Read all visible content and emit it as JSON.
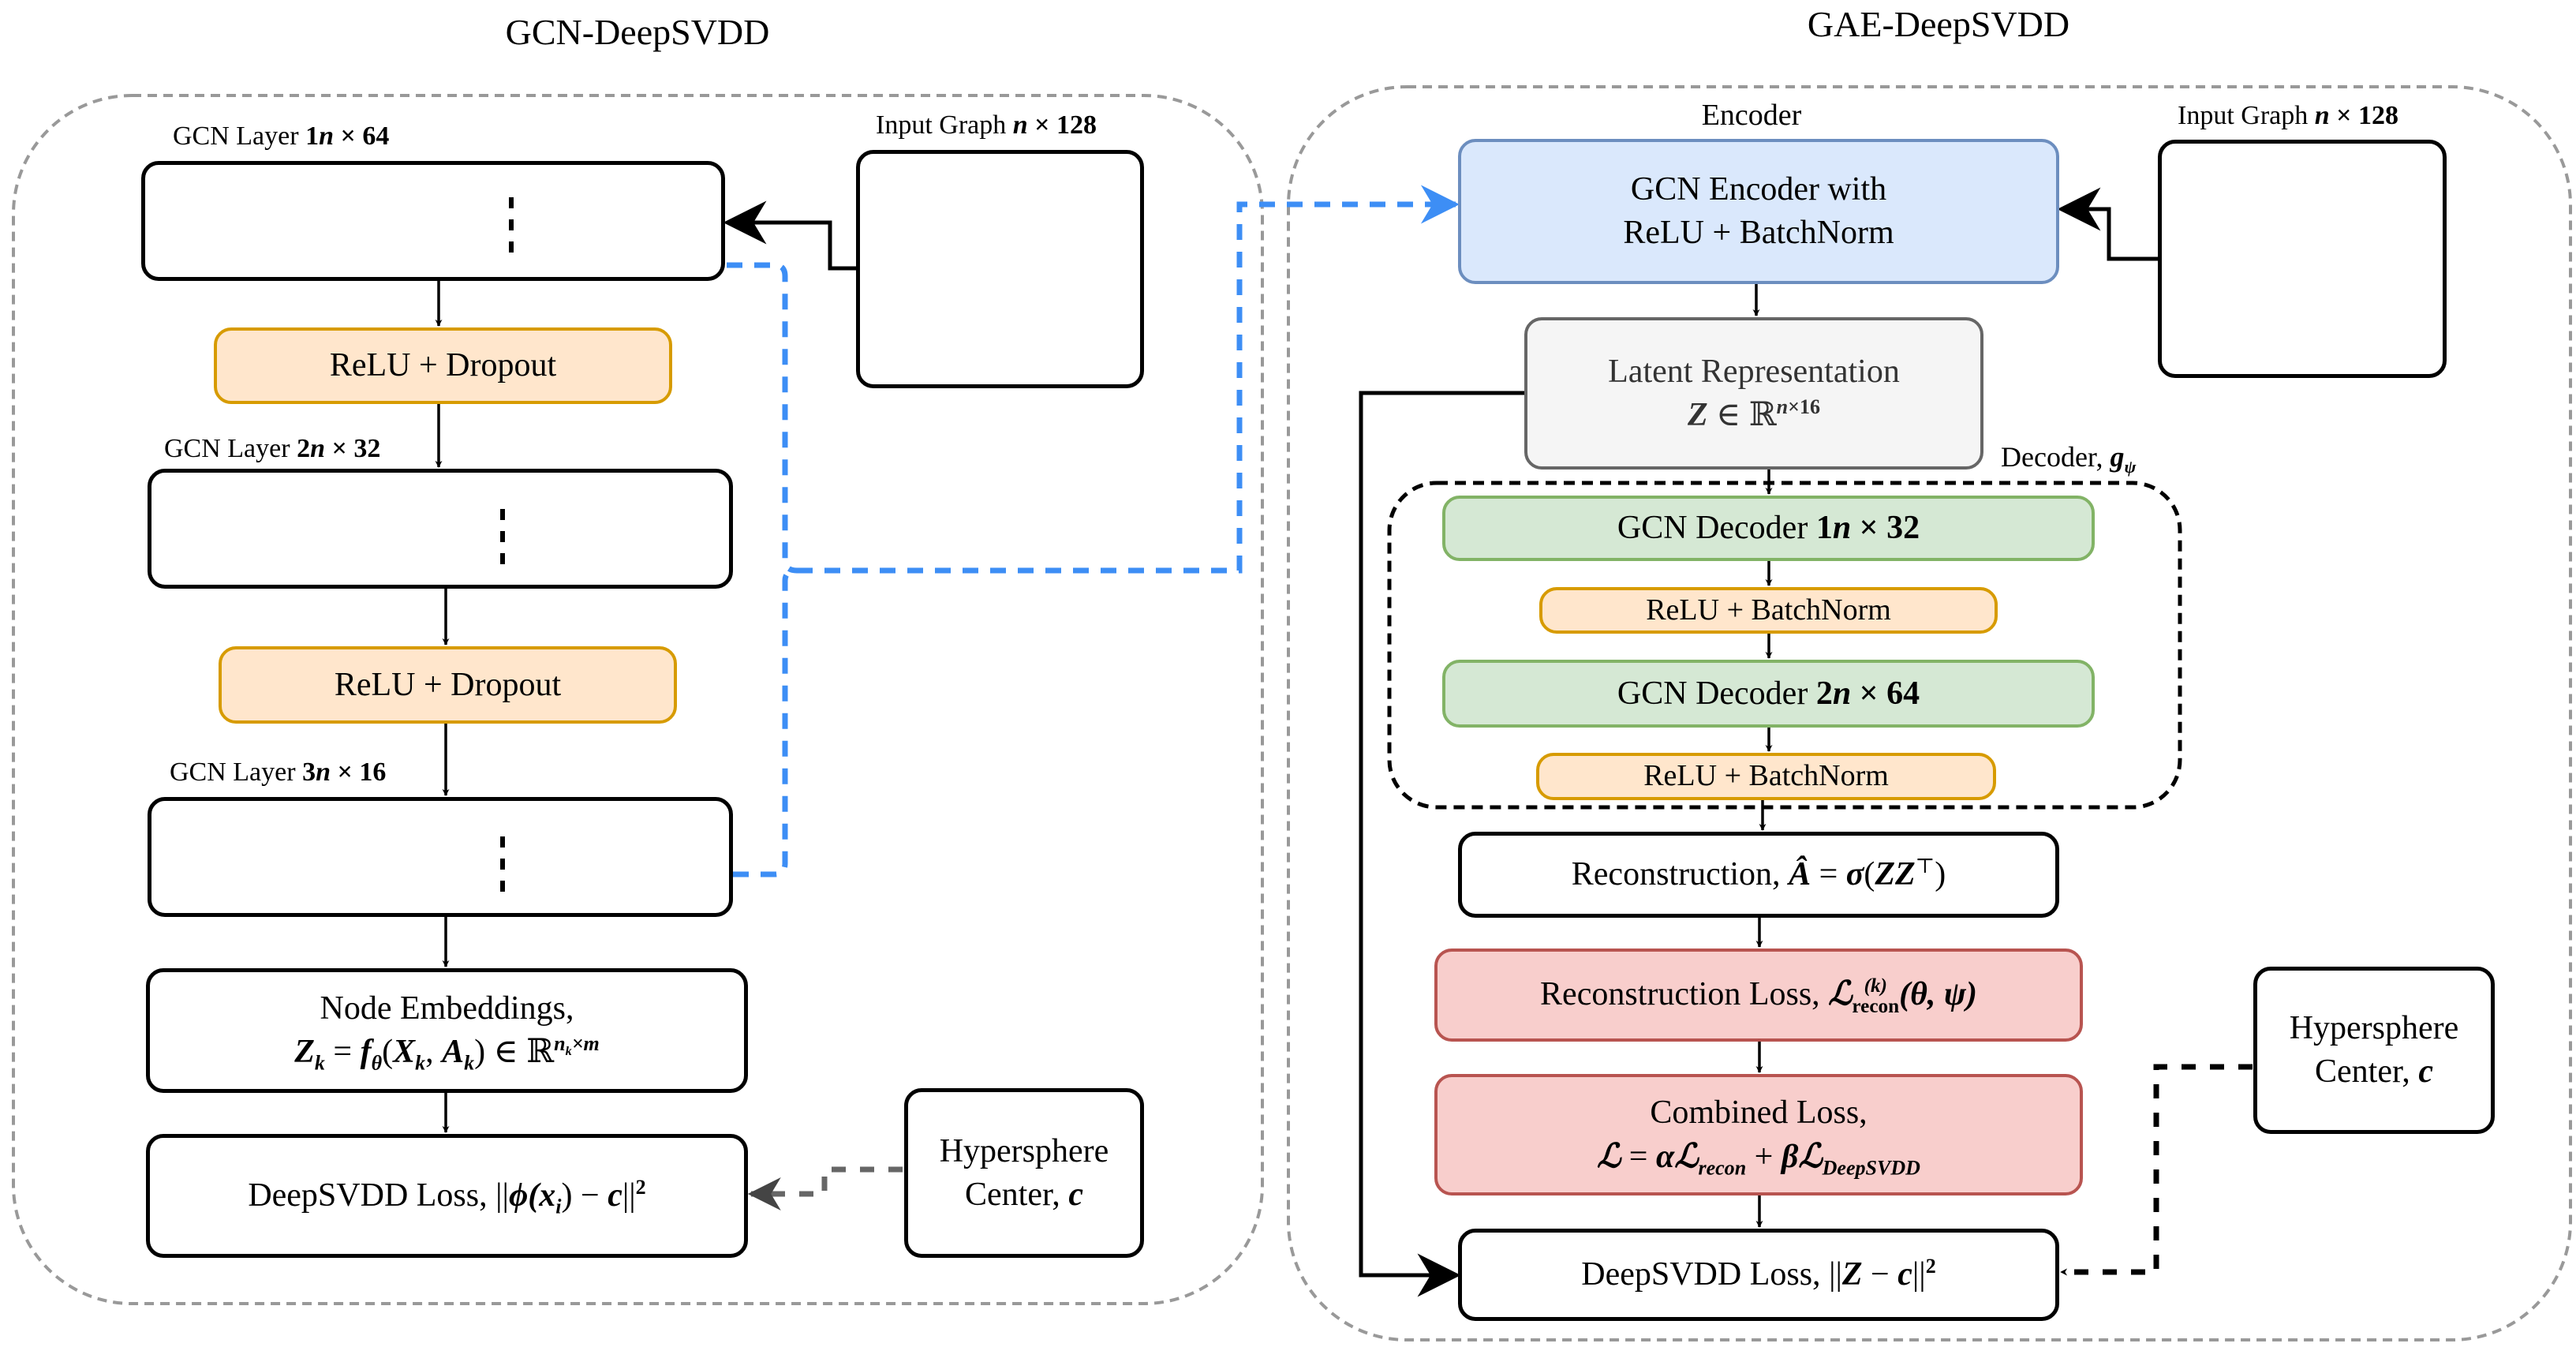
{
  "left_panel": {
    "title": "GCN-DeepSVDD",
    "input_graph": {
      "label_text": "Input Graph",
      "label_n": "n",
      "label_dim": "× 128"
    },
    "gcn_layers": [
      {
        "label_text": "GCN Layer",
        "label_idx": "1",
        "label_n": "n",
        "label_dim": "× 64"
      },
      {
        "label_text": "GCN Layer",
        "label_idx": "2",
        "label_n": "n",
        "label_dim": "× 32"
      },
      {
        "label_text": "GCN Layer",
        "label_idx": "3",
        "label_n": "n",
        "label_dim": "× 16"
      }
    ],
    "relu_dropout": [
      "ReLU + Dropout",
      "ReLU + Dropout"
    ],
    "node_embeddings": {
      "line1": "Node Embeddings,",
      "lhs": "Z",
      "lhs_sub": "k",
      "eq": " = ",
      "f": "f",
      "f_sub": "θ",
      "args_open": "(",
      "X": "X",
      "X_sub": "k",
      "comma": ", ",
      "A": "A",
      "A_sub": "k",
      "args_close": ")",
      "in_R": " ∈ ℝ",
      "sup_n": "n",
      "sup_nsub": "k",
      "sup_rest": "×m"
    },
    "deepsvdd_loss": {
      "text": "DeepSVDD Loss, ",
      "norm_open": "||",
      "phi": "ϕ",
      "arg": "(x",
      "arg_sub": "i",
      "arg_close": ")",
      "minus": " − ",
      "c": "c",
      "norm_close": "||",
      "power": "2"
    },
    "hypersphere": {
      "line1": "Hypersphere",
      "line2": "Center, ",
      "c": "c"
    }
  },
  "right_panel": {
    "title": "GAE-DeepSVDD",
    "encoder_label": "Encoder",
    "input_graph": {
      "label_text": "Input Graph",
      "label_n": "n",
      "label_dim": "× 128"
    },
    "gcn_encoder": {
      "line1": "GCN Encoder with",
      "line2": "ReLU + BatchNorm"
    },
    "latent": {
      "line1": "Latent Representation",
      "Z": "Z",
      "in_R": " ∈ ℝ",
      "sup_n": "n",
      "sup_rest": "×16"
    },
    "decoder_label": {
      "text": "Decoder, ",
      "g": "g",
      "g_sub": "ψ"
    },
    "gcn_decoders": [
      {
        "text": "GCN Decoder ",
        "idx": "1",
        "n": "n",
        "dim": " × 32"
      },
      {
        "text": "GCN Decoder ",
        "idx": "2",
        "n": "n",
        "dim": " × 64"
      }
    ],
    "relu_batchnorm": [
      "ReLU + BatchNorm",
      "ReLU + BatchNorm"
    ],
    "reconstruction": {
      "text": "Reconstruction, ",
      "Ahat": "Â",
      "eq": " = ",
      "sigma": "σ",
      "open": "(",
      "ZZ": "ZZ",
      "T": "⊤",
      "close": ")"
    },
    "recon_loss": {
      "text": "Reconstruction Loss, ",
      "L": "ℒ",
      "L_sup": "(k)",
      "L_sub": "recon",
      "args": "(θ, ψ)"
    },
    "combined_loss": {
      "line1": "Combined Loss,",
      "L": "ℒ",
      "eq": " = ",
      "alpha": "α",
      "L1": "ℒ",
      "L1_sub": "recon",
      "plus": " + ",
      "beta": "β",
      "L2": "ℒ",
      "L2_sub": "DeepSVDD"
    },
    "deepsvdd_loss": {
      "text": "DeepSVDD Loss, ",
      "norm_open": "||",
      "Z": "Z",
      "minus": " − ",
      "c": "c",
      "norm_close": "||",
      "power": "2"
    },
    "hypersphere": {
      "line1": "Hypersphere",
      "line2": "Center, ",
      "c": "c"
    }
  },
  "colors": {
    "node_fill": "#8080ff",
    "blue_connector": "#3d8ef5",
    "panel_border": "#999999",
    "hypersphere_connector_left": "#666666"
  }
}
